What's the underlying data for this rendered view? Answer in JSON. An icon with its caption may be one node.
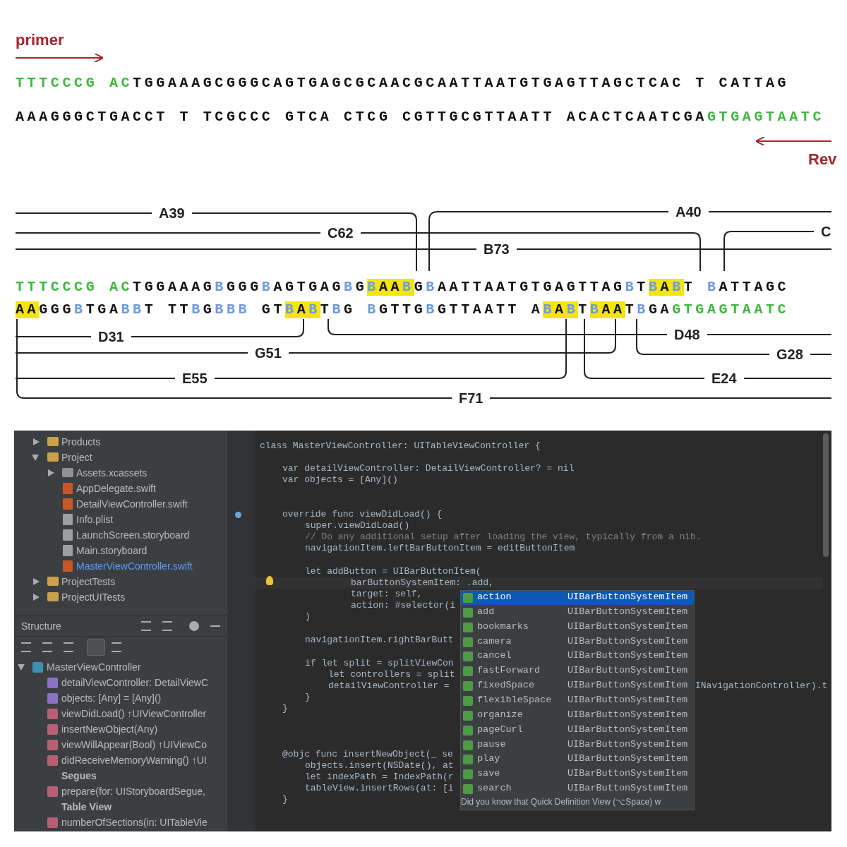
{
  "diagram": {
    "labels": [
      "primer",
      "TTTCCCG ACTGGAAAGCGGGCAGTGAGCGCAACGCAATTAATGTGAGTTAGCTCAC T CATTAG",
      "AAAGGGCTGACCT T TCGCCC GTCA CTCG CGTTGCGTTAATT ACACTCAATCGAGTGAGTAATC",
      "Rev",
      "A39",
      "A40",
      "C62",
      "C",
      "B73",
      "TTTCCCG ACTGGAAAGBGGGBAGTGAGBGBAABGBAATTAATGTGAGTTAGBTBABT BATTAGC",
      "AAGGGBTGABBT TTBGBBB GTBABTBG BGTTGBGTTAATT ABABTBAATBGAGTGAGTAATC",
      "D31",
      "D48",
      "G51",
      "G28",
      "E55",
      "E24",
      "F71",
      "Products",
      "Project",
      "Assets.xcassets",
      "AppDelegate.swift",
      "DetailViewController.swift",
      "Info.plist",
      "LaunchScreen.storyboard",
      "Main.storyboard",
      "MasterViewController.swift",
      "ProjectTests",
      "ProjectUITests",
      "Structure",
      "MasterViewController",
      "detailViewController: DetailViewC",
      "objects: [Any] = [Any]()",
      "viewDidLoad() ↑UIViewController",
      "insertNewObject(Any)",
      "viewWillAppear(Bool) ↑UIViewCo",
      "didReceiveMemoryWarning() ↑UI",
      "Segues",
      "prepare(for: UIStoryboardSegue,",
      "Table View",
      "numberOfSections(in: UITableVie",
      "class MasterViewController: UITableViewController {",
      "var detailViewController: DetailViewController? = nil",
      "var objects = [Any]()",
      "override func viewDidLoad() {",
      "super.viewDidLoad()",
      "// Do any additional setup after loading the view, typically from a nib.",
      "navigationItem.leftBarButtonItem = editButtonItem",
      "let addButton = UIBarButtonItem(",
      "barButtonSystemItem: .add,",
      "target: self,",
      "action: #selector(i",
      ")",
      "navigationItem.rightBarButt",
      "if let split = splitViewCon",
      "let controllers = split",
      "detailViewController =",
      "INavigationController).t",
      "}",
      "}",
      "@objc func insertNewObject(_ se",
      "objects.insert(NSDate(), at",
      "let indexPath = IndexPath(r",
      "tableView.insertRows(at: [i",
      "}",
      "action",
      "UIBarButtonSystemItem",
      "add",
      "UIBarButtonSystemItem",
      "bookmarks",
      "UIBarButtonSystemItem",
      "camera",
      "UIBarButtonSystemItem",
      "cancel",
      "UIBarButtonSystemItem",
      "fastForward",
      "UIBarButtonSystemItem",
      "fixedSpace",
      "UIBarButtonSystemItem",
      "flexibleSpace",
      "UIBarButtonSystemItem",
      "organize",
      "UIBarButtonSystemItem",
      "pageCurl",
      "UIBarButtonSystemItem",
      "pause",
      "UIBarButtonSystemItem",
      "play",
      "UIBarButtonSystemItem",
      "save",
      "UIBarButtonSystemItem",
      "search",
      "UIBarButtonSystemItem",
      "Did you know that Quick Definition View (⌥Space) w"
    ]
  }
}
